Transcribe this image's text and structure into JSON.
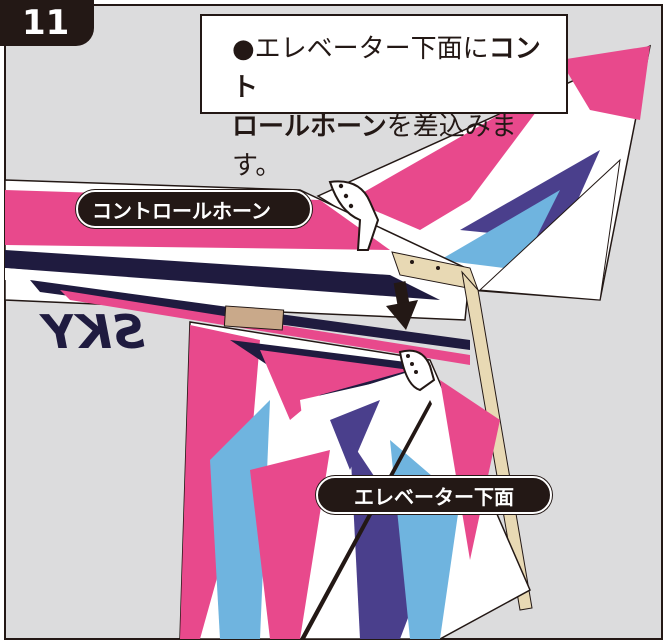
{
  "step_number": "11",
  "instruction": {
    "line1_plain": "●エレベーター下面に",
    "line1_bold": "コント",
    "line2_bold": "ロールホーン",
    "line2_plain": "を差込みます。"
  },
  "labels": {
    "control_horn": "コントロールホーン",
    "elevator_underside": "エレベーター下面"
  },
  "wing_text": "SKY",
  "colors": {
    "background": "#dcdcdd",
    "pink": "#e8498c",
    "navy": "#1f1b3f",
    "sky_blue": "#6fb4df",
    "purple": "#4a3f8c",
    "balsa": "#e8d9b4",
    "dark": "#231815"
  }
}
